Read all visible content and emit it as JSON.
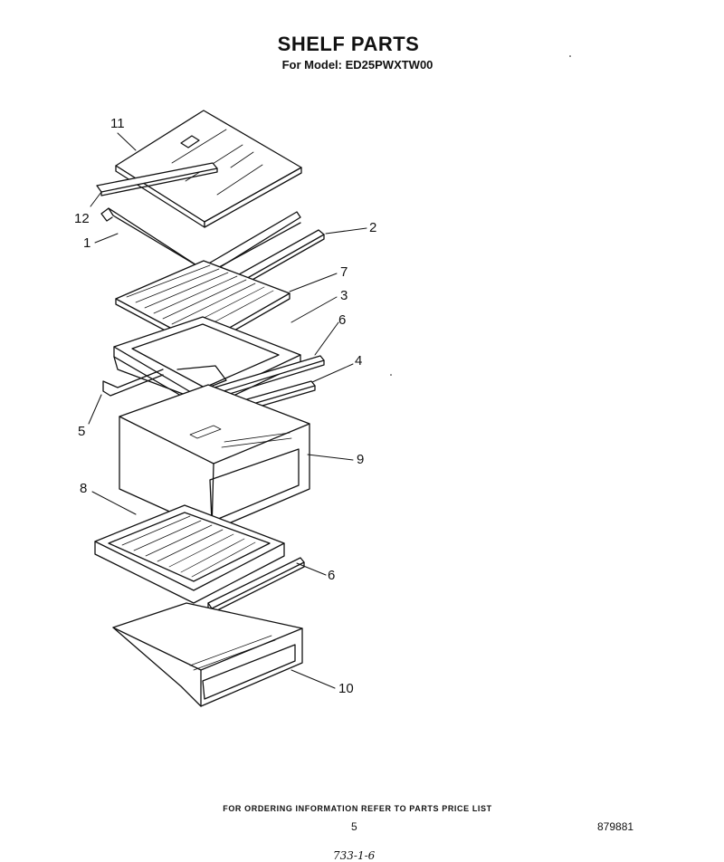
{
  "header": {
    "title": "SHELF PARTS",
    "subtitle": "For Model: ED25PWXTW00"
  },
  "diagram": {
    "callouts": [
      {
        "id": "11",
        "label": "11"
      },
      {
        "id": "12",
        "label": "12"
      },
      {
        "id": "1",
        "label": "1"
      },
      {
        "id": "2",
        "label": "2"
      },
      {
        "id": "7",
        "label": "7"
      },
      {
        "id": "3",
        "label": "3"
      },
      {
        "id": "6a",
        "label": "6"
      },
      {
        "id": "4",
        "label": "4"
      },
      {
        "id": "5",
        "label": "5"
      },
      {
        "id": "9",
        "label": "9"
      },
      {
        "id": "8",
        "label": "8"
      },
      {
        "id": "6b",
        "label": "6"
      },
      {
        "id": "10",
        "label": "10"
      }
    ]
  },
  "footer": {
    "ordering_note": "FOR ORDERING INFORMATION REFER TO PARTS PRICE LIST",
    "page_number": "5",
    "document_number": "879881",
    "handwritten_mark": "733-1-6"
  }
}
